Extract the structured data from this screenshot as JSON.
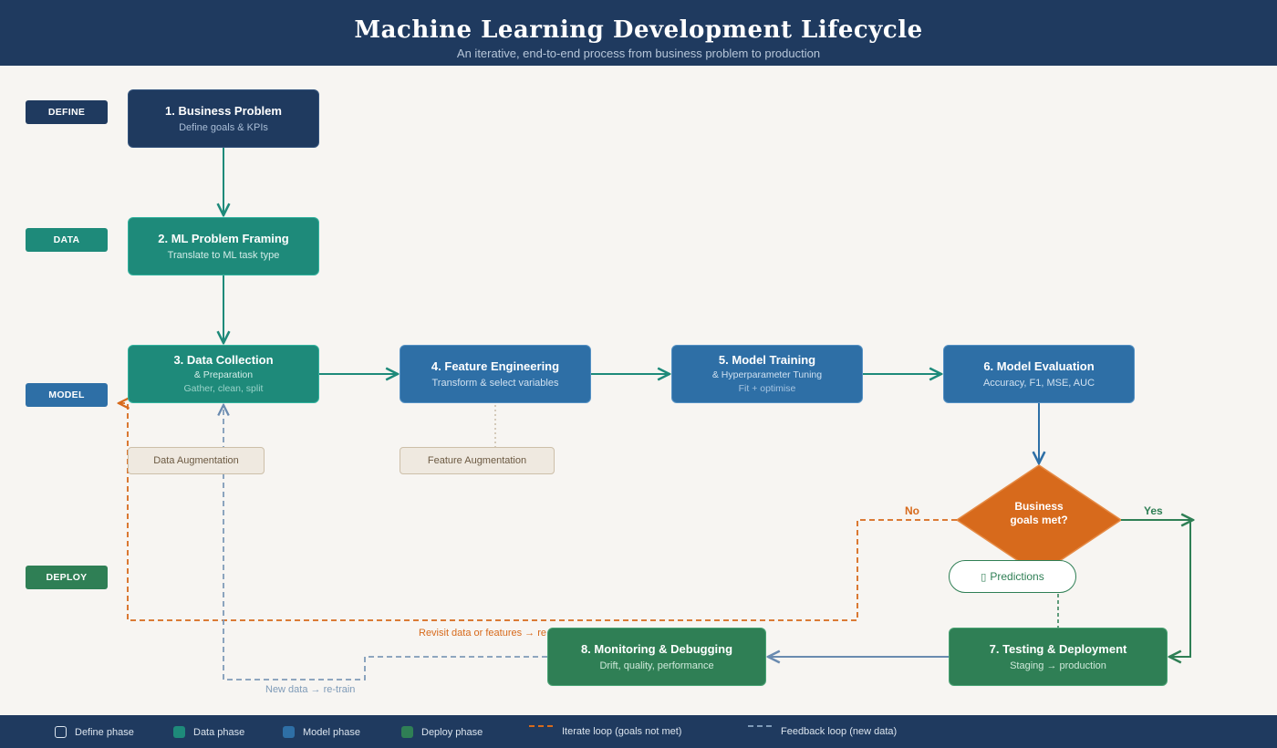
{
  "header": {
    "title": "Machine Learning Development Lifecycle",
    "subtitle": "An iterative, end-to-end process from business problem to production"
  },
  "phases": {
    "define": "DEFINE",
    "data": "DATA",
    "model": "MODEL",
    "deploy": "DEPLOY"
  },
  "nodes": {
    "business_problem": {
      "title": "1. Business Problem",
      "sub": "Define goals & KPIs"
    },
    "problem_framing": {
      "title": "2. ML Problem Framing",
      "sub": "Translate to ML task type"
    },
    "data_collection": {
      "title": "3. Data Collection",
      "sub": "& Preparation",
      "extra": "Gather, clean, split"
    },
    "feature_engineering": {
      "title": "4. Feature Engineering",
      "sub": "Transform & select variables"
    },
    "model_training": {
      "title": "5. Model Training",
      "sub": "& Hyperparameter Tuning",
      "extra": "Fit + optimise"
    },
    "model_evaluation": {
      "title": "6. Model Evaluation",
      "sub": "Accuracy, F1, MSE, AUC"
    },
    "testing_deployment": {
      "title": "7. Testing & Deployment",
      "sub": "Staging → production"
    },
    "monitoring": {
      "title": "8. Monitoring & Debugging",
      "sub": "Drift, quality, performance"
    }
  },
  "side_boxes": {
    "data_augmentation": "Data Augmentation",
    "feature_augmentation": "Feature Augmentation"
  },
  "decision": {
    "line1": "Business",
    "line2": "goals met?"
  },
  "predictions": {
    "icon": "prediction-icon",
    "label": "Predictions"
  },
  "edge_labels": {
    "no": "No",
    "yes": "Yes",
    "revisit": "Revisit data or features → re",
    "new_data": "New data → re-train"
  },
  "legend": {
    "define": "Define phase",
    "data": "Data phase",
    "model": "Model phase",
    "deploy": "Deploy phase",
    "iterate": "Iterate loop (goals not met)",
    "feedback": "Feedback loop (new data)"
  },
  "colors": {
    "define": "#1f3a5f",
    "data": "#1e8a7a",
    "model": "#2e6fa6",
    "deploy": "#2f7f55",
    "decision": "#d76a1c",
    "iterate_loop": "#d76a1c",
    "feedback_loop": "#7f9bb8"
  }
}
